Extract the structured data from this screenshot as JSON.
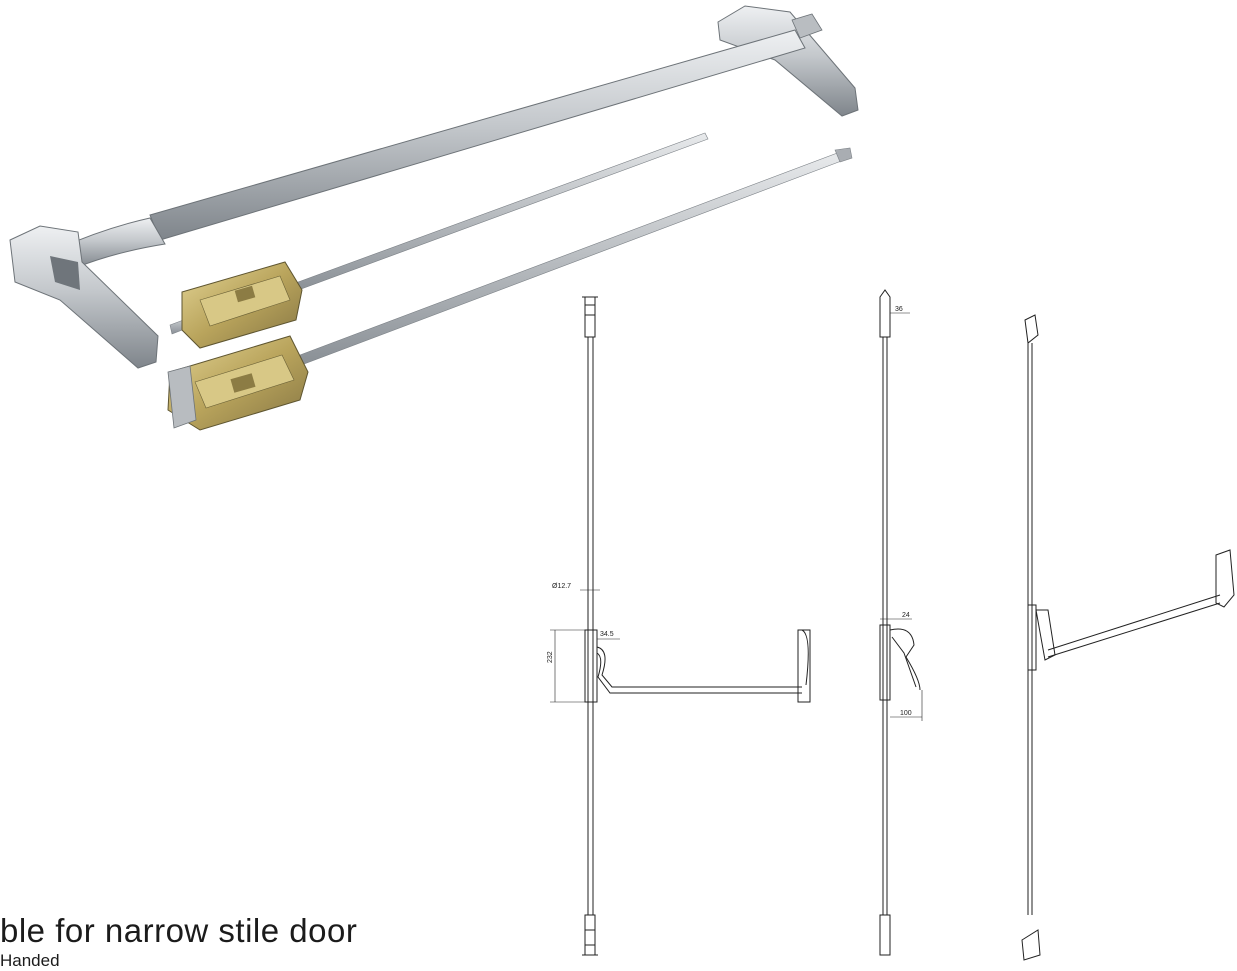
{
  "caption": {
    "title": "ble for narrow stile door",
    "subtitle": "Handed"
  },
  "dimensions": {
    "rod_diameter": "Ø12.7",
    "height": "232",
    "width": "34.5",
    "top_offset": "36",
    "latch_gap": "24",
    "projection": "100"
  },
  "colors": {
    "metal_light": "#d9dcdf",
    "metal_dark": "#9a9ea3",
    "brass": "#c9b26a",
    "line": "#222222"
  }
}
